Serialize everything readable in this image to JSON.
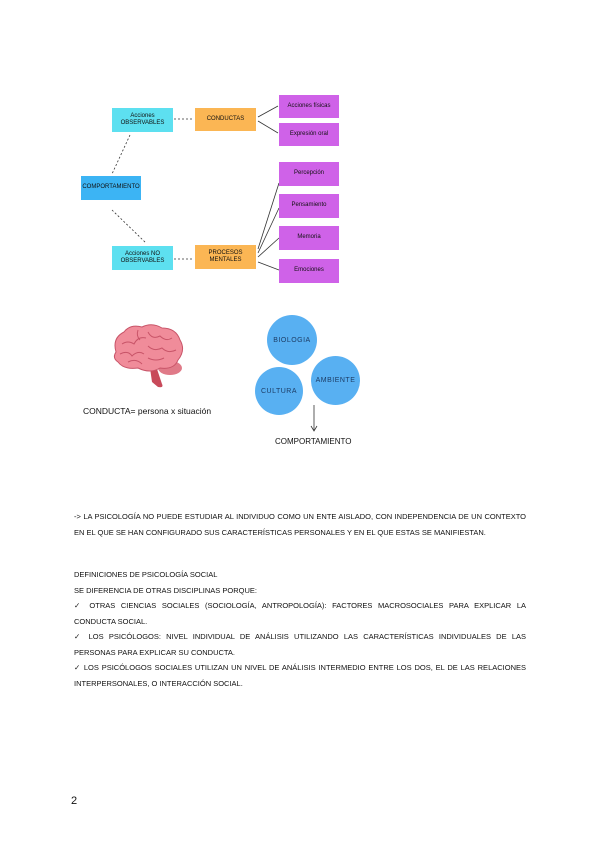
{
  "diagram": {
    "acciones_obs": "Acciones OBSERVABLES",
    "conductas": "CONDUCTAS",
    "comportamiento_node": "COMPORTAMIENTO",
    "acciones_no_obs": "Acciones NO OBSERVABLES",
    "procesos": "PROCESOS MENTALES",
    "acciones_fisicas": "Acciones físicas",
    "expresion_oral": "Expresión oral",
    "percepcion": "Percepción",
    "pensamiento": "Pensamiento",
    "memoria": "Memoria",
    "emociones": "Emociones",
    "colors": {
      "cyan": "#5de0f0",
      "blue": "#3cb4f4",
      "orange": "#fbb654",
      "purple": "#cf62e8",
      "circle": "#58b0f2"
    }
  },
  "figure": {
    "equation": "CONDUCTA= persona x situación",
    "biologia": "BIOLOGIA",
    "ambiente": "AMBIENTE",
    "cultura": "CULTURA",
    "comportamiento": "COMPORTAMIENTO",
    "brain_icon": "brain-icon"
  },
  "text": {
    "paragraph": "-> LA PSICOLOGÍA NO PUEDE ESTUDIAR AL INDIVIDUO COMO UN ENTE AISLADO, CON INDEPENDENCIA DE UN CONTEXTO EN EL QUE SE HAN CONFIGURADO SUS CARACTERÍSTICAS PERSONALES Y EN EL QUE ESTAS SE MANIFIESTAN.",
    "def_title": "DEFINICIONES DE PSICOLOGÍA SOCIAL",
    "def_sub": "SE DIFERENCIA DE OTRAS DISCIPLINAS PORQUE:",
    "item1": "✓ OTRAS CIENCIAS SOCIALES (SOCIOLOGÍA, ANTROPOLOGÍA): FACTORES MACROSOCIALES PARA EXPLICAR LA CONDUCTA SOCIAL.",
    "item2": "✓ LOS PSICÓLOGOS: NIVEL INDIVIDUAL DE ANÁLISIS UTILIZANDO LAS CARACTERÍSTICAS INDIVIDUALES DE LAS PERSONAS PARA EXPLICAR SU CONDUCTA.",
    "item3": "✓ LOS PSICÓLOGOS SOCIALES UTILIZAN UN NIVEL DE ANÁLISIS INTERMEDIO ENTRE LOS DOS, EL DE LAS RELACIONES INTERPERSONALES, O INTERACCIÓN SOCIAL."
  },
  "page_number": "2"
}
